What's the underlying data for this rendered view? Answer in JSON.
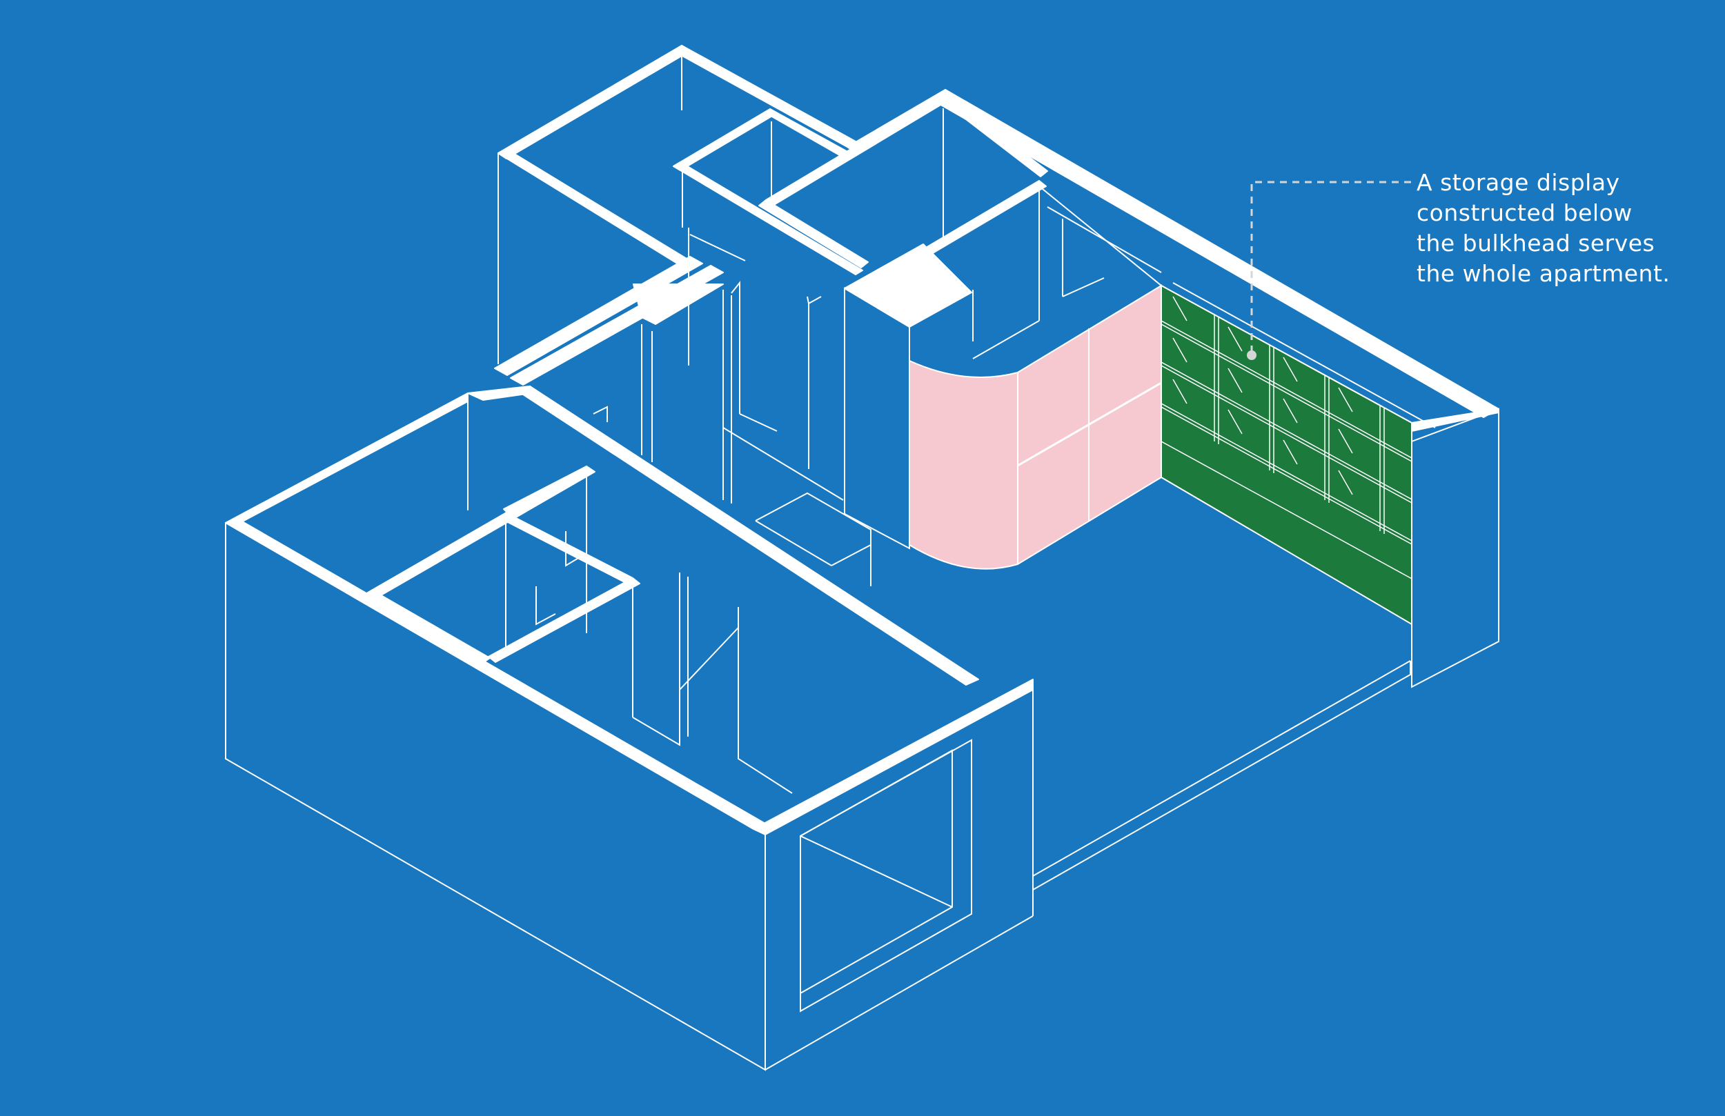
{
  "annotation": {
    "lines": [
      "A storage display",
      "constructed below",
      "the bulkhead serves",
      "the whole apartment."
    ]
  },
  "colors": {
    "background": "#1877BE",
    "line": "#FFFFFF",
    "curved_cabinet": "#F6C9D0",
    "storage_display": "#1C7A3D",
    "leader": "#D6D6D6"
  }
}
